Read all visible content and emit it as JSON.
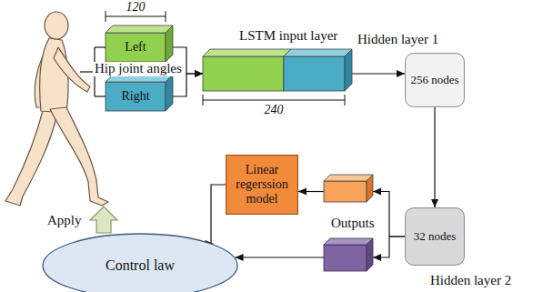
{
  "diagram": {
    "nodes": [
      {
        "text": [
          "Left"
        ]
      },
      {
        "text": [
          "Right"
        ]
      },
      {
        "text": [
          "LSTM input layer"
        ]
      },
      {
        "text": [
          "Hidden layer 1",
          "256 nodes"
        ]
      },
      {
        "text": [
          "32 nodes",
          "Hidden layer 2"
        ]
      },
      {
        "text": [
          "Outputs"
        ]
      },
      {
        "text": [
          "Linear regerssion model"
        ]
      },
      {
        "text": [
          "Control law"
        ]
      }
    ],
    "edges": [
      {
        "from": 0,
        "to": 2,
        "arrow": "to"
      },
      {
        "from": 1,
        "to": 2,
        "arrow": "to"
      },
      {
        "from": 2,
        "to": 3,
        "arrow": "to"
      },
      {
        "from": 3,
        "to": 4,
        "arrow": "to"
      },
      {
        "from": 4,
        "to": 5,
        "arrow": "to"
      },
      {
        "from": 4,
        "to": 7,
        "arrow": "to"
      },
      {
        "from": 5,
        "to": 6,
        "arrow": "to"
      },
      {
        "from": 6,
        "to": 7,
        "arrow": "to"
      }
    ],
    "labels": [
      "120",
      "Hip joint angles",
      "240",
      "Apply"
    ]
  }
}
